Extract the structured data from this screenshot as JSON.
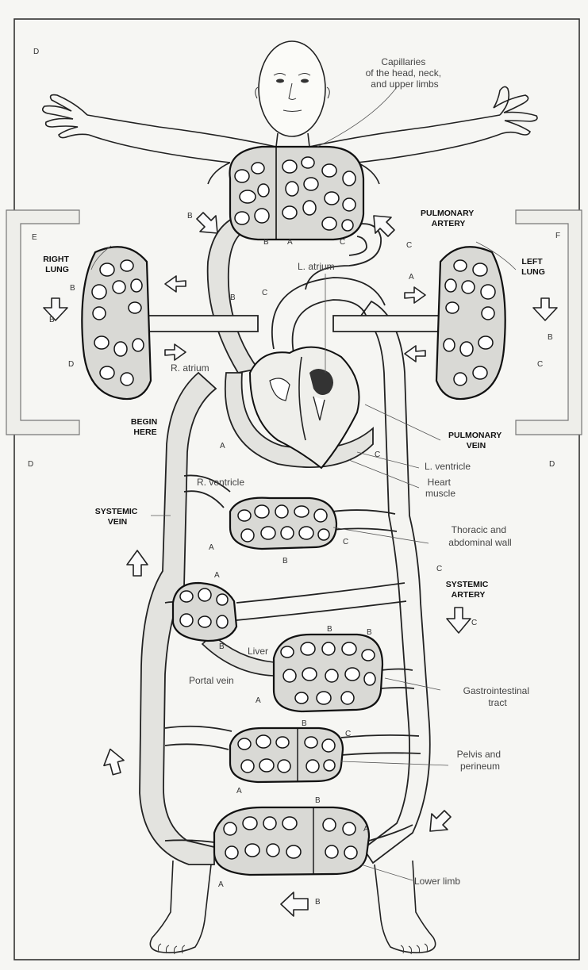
{
  "labels": {
    "capillaries_head": [
      "Capillaries",
      "of the head, neck,",
      "and upper limbs"
    ],
    "pulmonary_artery": [
      "PULMONARY",
      "ARTERY"
    ],
    "right_lung": [
      "RIGHT",
      "LUNG"
    ],
    "left_lung": [
      "LEFT",
      "LUNG"
    ],
    "l_atrium": "L. atrium",
    "r_atrium": "R. atrium",
    "begin_here": [
      "BEGIN",
      "HERE"
    ],
    "pulmonary_vein": [
      "PULMONARY",
      "VEIN"
    ],
    "l_ventricle": "L. ventricle",
    "r_ventricle": "R. ventricle",
    "heart_muscle": [
      "Heart",
      "muscle"
    ],
    "systemic_vein": [
      "SYSTEMIC",
      "VEIN"
    ],
    "thoracic_wall": [
      "Thoracic and",
      "abdominal wall"
    ],
    "systemic_artery": [
      "SYSTEMIC",
      "ARTERY"
    ],
    "liver": "Liver",
    "portal_vein": "Portal vein",
    "gastrointestinal": [
      "Gastrointestinal",
      "tract"
    ],
    "pelvis": [
      "Pelvis and",
      "perineum"
    ],
    "lower_limb": "Lower limb"
  },
  "letters": {
    "A": "A",
    "B": "B",
    "C": "C",
    "D": "D",
    "E": "E",
    "F": "F"
  }
}
